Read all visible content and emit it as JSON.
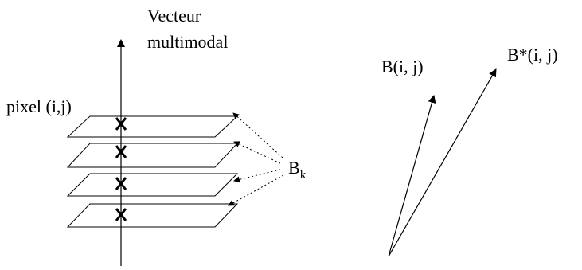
{
  "left_diagram": {
    "axis_label_line1": "Vecteur",
    "axis_label_line2": "multimodal",
    "pixel_label": "pixel (i,j)",
    "band_label_base": "B",
    "band_label_sub": "k",
    "marker_glyph": "✕"
  },
  "right_diagram": {
    "vector_b_label": "B(i, j)",
    "vector_b_star_label": "B*(i, j)"
  }
}
